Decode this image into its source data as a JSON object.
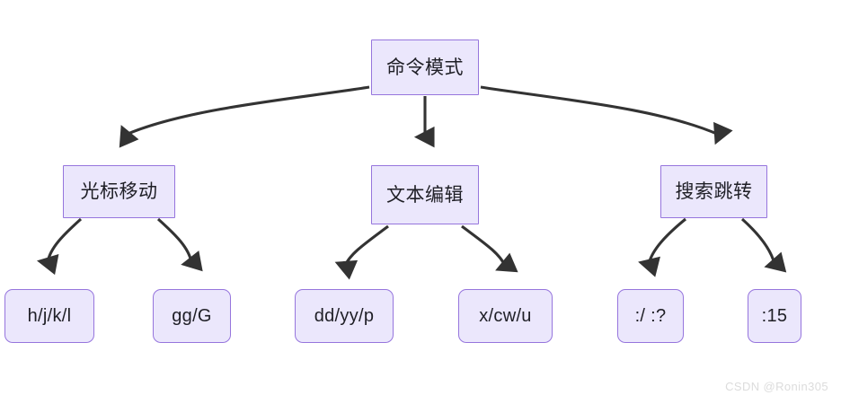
{
  "diagram": {
    "type": "flowchart",
    "direction": "top-down",
    "theme": {
      "node_fill": "#ebe7fc",
      "node_border": "#9675dd",
      "edge_color": "#333333",
      "text_color": "#1f1f26",
      "background": "#ffffff",
      "watermark_color": "#dcdcdc"
    },
    "root": {
      "id": "cmd-mode",
      "label": "命令模式"
    },
    "branches": [
      {
        "id": "cursor-move",
        "label": "光标移动",
        "leaves": [
          {
            "id": "hjkl",
            "label": "h/j/k/l"
          },
          {
            "id": "gg-G",
            "label": "gg/G"
          }
        ]
      },
      {
        "id": "text-edit",
        "label": "文本编辑",
        "leaves": [
          {
            "id": "dd-yy-p",
            "label": "dd/yy/p"
          },
          {
            "id": "x-cw-u",
            "label": "x/cw/u"
          }
        ]
      },
      {
        "id": "search-jump",
        "label": "搜索跳转",
        "leaves": [
          {
            "id": "slash-question",
            "label": ":/ :?"
          },
          {
            "id": "line-15",
            "label": ":15"
          }
        ]
      }
    ],
    "watermark": "CSDN @Ronin305"
  }
}
